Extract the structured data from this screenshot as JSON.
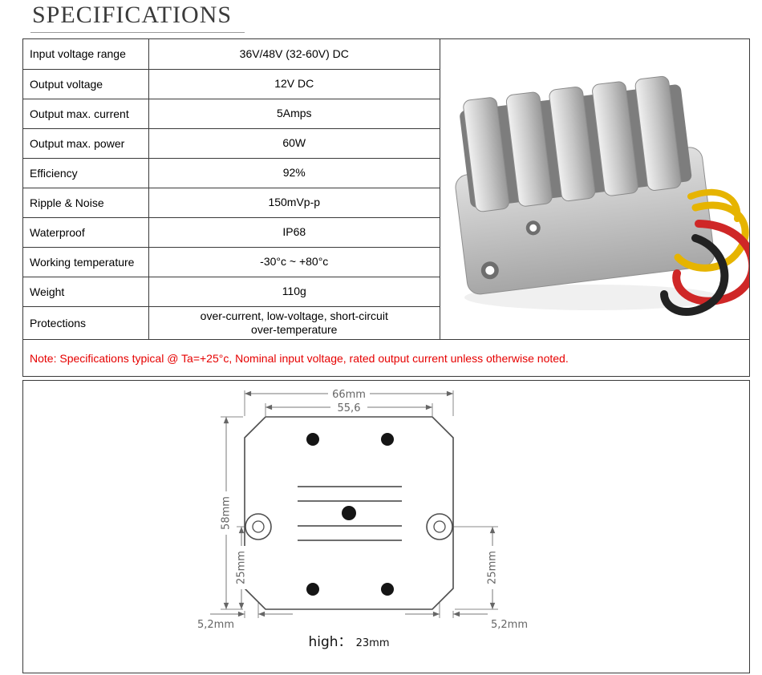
{
  "title": "SPECIFICATIONS",
  "specs": {
    "rows": [
      {
        "label": "Input voltage range",
        "value": "36V/48V (32-60V) DC"
      },
      {
        "label": "Output voltage",
        "value": "12V DC"
      },
      {
        "label": "Output max. current",
        "value": "5Amps"
      },
      {
        "label": "Output max. power",
        "value": "60W"
      },
      {
        "label": "Efficiency",
        "value": "92%"
      },
      {
        "label": "Ripple & Noise",
        "value": "150mVp-p"
      },
      {
        "label": "Waterproof",
        "value": "IP68"
      },
      {
        "label": "Working temperature",
        "value": "-30°c ~ +80°c"
      },
      {
        "label": "Weight",
        "value": "110g"
      },
      {
        "label": "Protections",
        "value": "over-current, low-voltage, short-circuit\nover-temperature"
      }
    ]
  },
  "note": "Note: Specifications typical @ Ta=+25°c, Nominal input voltage, rated output current unless otherwise noted.",
  "product_image": {
    "description": "DC-DC voltage converter, aluminum heatsink body with red, black and yellow wires",
    "colors": {
      "body": "#c9c9c9",
      "wire_red": "#cf2727",
      "wire_black": "#222222",
      "wire_yellow": "#e6b400"
    }
  },
  "diagram": {
    "dim_width_outer": "66mm",
    "dim_width_inner": "55,6",
    "dim_height": "58mm",
    "dim_hole_offset_left": "25mm",
    "dim_hole_offset_right": "25mm",
    "dim_edge_left": "5,2mm",
    "dim_edge_right": "5,2mm",
    "high_label": "high：",
    "high_value": "23mm"
  }
}
